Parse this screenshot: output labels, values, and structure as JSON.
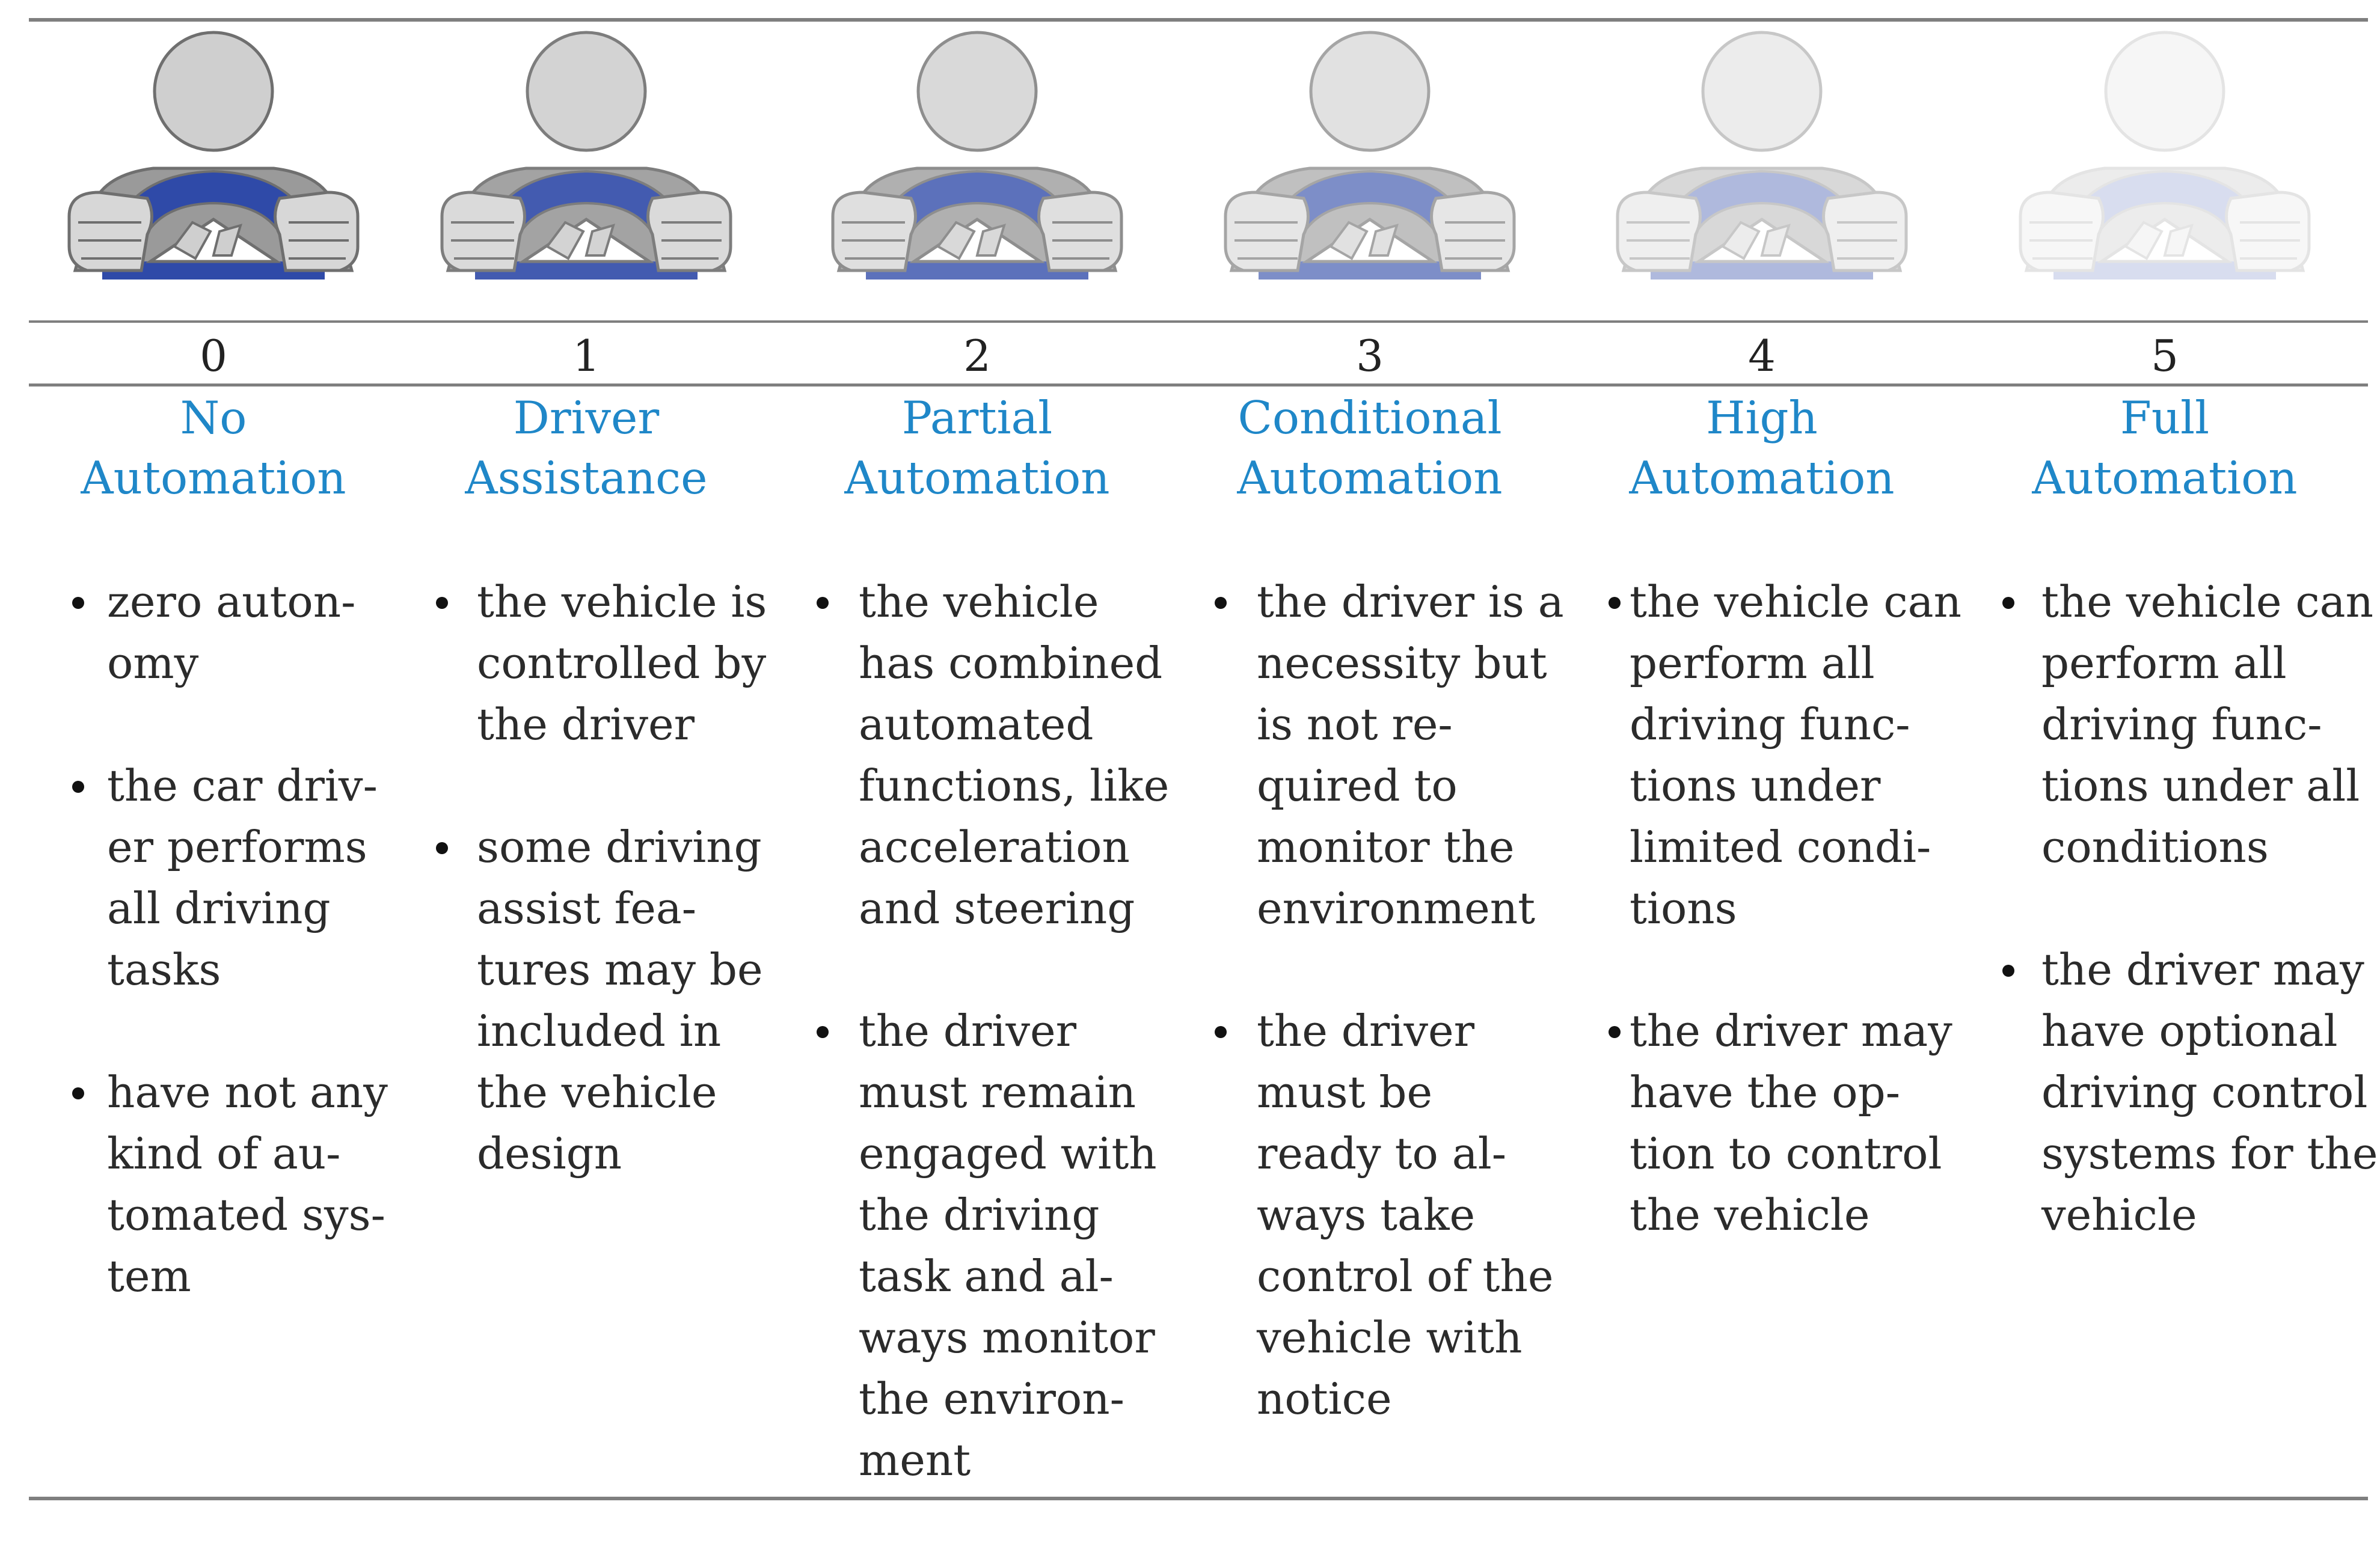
{
  "levels": [
    {
      "number": "0",
      "name": [
        "No",
        "Automation"
      ],
      "opacity": 1.0,
      "bullets": [
        [
          "zero auton-",
          "omy"
        ],
        [
          "the car driv-",
          "er performs",
          "all driving",
          "tasks"
        ],
        [
          "have not any",
          "kind of au-",
          "tomated sys-",
          "tem"
        ]
      ]
    },
    {
      "number": "1",
      "name": [
        "Driver",
        "Assistance"
      ],
      "opacity": 0.9,
      "bullets": [
        [
          "the vehicle is",
          "controlled by",
          "the driver"
        ],
        [
          "some driving",
          "assist fea-",
          "tures may be",
          "included in",
          "the vehicle",
          "design"
        ]
      ]
    },
    {
      "number": "2",
      "name": [
        "Partial",
        "Automation"
      ],
      "opacity": 0.78,
      "bullets": [
        [
          "the vehicle",
          "has combined",
          "automated",
          "functions, like",
          "acceleration",
          "and steering"
        ],
        [
          "the driver",
          "must remain",
          "engaged with",
          "the driving",
          "task and al-",
          "ways monitor",
          "the environ-",
          "ment"
        ]
      ]
    },
    {
      "number": "3",
      "name": [
        "Conditional",
        "Automation"
      ],
      "opacity": 0.62,
      "bullets": [
        [
          "the driver is a",
          "necessity but",
          "is not re-",
          "quired to",
          "monitor the",
          "environment"
        ],
        [
          "the driver",
          "must be",
          "ready to al-",
          "ways take",
          "control of the",
          "vehicle with",
          "notice"
        ]
      ]
    },
    {
      "number": "4",
      "name": [
        "High",
        "Automation"
      ],
      "opacity": 0.38,
      "bullets": [
        [
          "the vehicle can",
          "perform all",
          "driving func-",
          "tions under",
          "limited condi-",
          "tions"
        ],
        [
          "the driver may",
          "have the op-",
          "tion to control",
          "the vehicle"
        ]
      ]
    },
    {
      "number": "5",
      "name": [
        "Full",
        "Automation"
      ],
      "opacity": 0.18,
      "bullets": [
        [
          "the vehicle can",
          "perform all",
          "driving func-",
          "tions under all",
          "conditions"
        ],
        [
          "the driver may",
          "have optional",
          "driving control",
          "systems for the",
          "vehicle"
        ]
      ]
    }
  ],
  "colors": {
    "wheel": "#2f4aa8",
    "head": "#cfcfcf",
    "outline": "#6f6f6f",
    "name_text": "#1f87c8"
  }
}
